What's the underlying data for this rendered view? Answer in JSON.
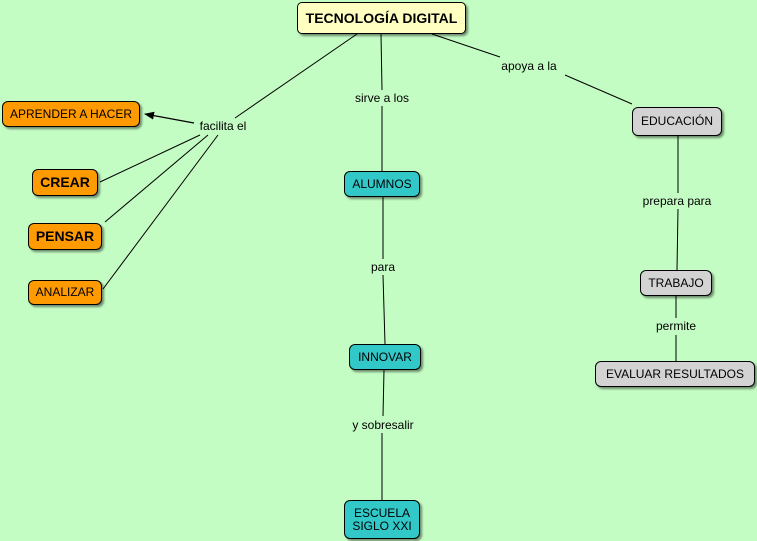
{
  "concept_map": {
    "root": "TECNOLOGÍA DIGITAL",
    "nodes": {
      "aprender": "APRENDER A HACER",
      "crear": "CREAR",
      "pensar": "PENSAR",
      "analizar": "ANALIZAR",
      "alumnos": "ALUMNOS",
      "innovar": "INNOVAR",
      "escuela": "ESCUELA\nSIGLO XXI",
      "educacion": "EDUCACIÓN",
      "trabajo": "TRABAJO",
      "evaluar": "EVALUAR RESULTADOS"
    },
    "links": {
      "facilita": "facilita el",
      "sirve": "sirve a los",
      "apoya": "apoya a la",
      "para": "para",
      "sobresalir": "y sobresalir",
      "prepara": "prepara para",
      "permite": "permite"
    }
  },
  "colors": {
    "background": "#c4fdc4",
    "root": "#ffffc2",
    "orange": "#ff9a00",
    "teal": "#32c8c8",
    "gray": "#d3d3d3"
  }
}
